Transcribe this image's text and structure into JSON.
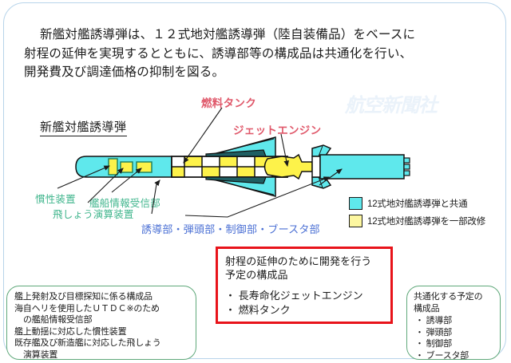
{
  "headline": {
    "line1": "新艦対艦誘導弾は、１２式地対艦誘導弾（陸自装備品）をベースに",
    "line2": "射程の延伸を実現するとともに、誘導部等の構成品は共通化を行い、",
    "line3": "開発費及び調達価格の抑制を図る。"
  },
  "watermark": "航空新聞社",
  "diagram": {
    "title": "新艦対艦誘導弾",
    "callouts": {
      "fuel_tank": "燃料タンク",
      "jet_engine": "ジェットエンジン"
    },
    "part_labels": {
      "inertial": "慣性装置",
      "flight_computer": "飛しょう演算装置",
      "ship_receiver": "艦船情報受信部",
      "sections": "誘導部・弾頭部・制御部・ブースタ部"
    }
  },
  "legend": {
    "items": [
      {
        "color": "#5fe8ec",
        "label": "12式地対艦誘導弾と共通"
      },
      {
        "color": "#fdf7a0",
        "label": "12式地対艦誘導弾を一部改修"
      }
    ]
  },
  "red_box": {
    "heading_line1": "射程の延伸のために開発を行う",
    "heading_line2": "予定の構成品",
    "items": [
      "・ 長寿命化ジェットエンジン",
      "・ 燃料タンク"
    ]
  },
  "left_box": {
    "heading": "艦上発射及び目標探知に係る構成品",
    "items": [
      {
        "bullet": "・",
        "text": "海自ヘリを使用したＵＴＤＣ※のため",
        "cont": "の艦船情報受信部"
      },
      {
        "bullet": "・",
        "text": "艦上動揺に対応した慣性装置",
        "cont": ""
      },
      {
        "bullet": "・",
        "text": "既存艦及び新造艦に対応した飛しょう",
        "cont": "演算装置"
      }
    ]
  },
  "right_box": {
    "heading_line1": "共通化する予定の",
    "heading_line2": "構成品",
    "items": [
      "・ 誘導部",
      "・ 弾頭部",
      "・ 制御部",
      "・ ブースタ部"
    ]
  },
  "colors": {
    "cyan": "#5fe8ec",
    "yellow": "#fdf24a",
    "outline": "#111111",
    "red_border": "#e8131a",
    "green_border": "#5fa87a",
    "red_text": "#e0596b",
    "green_text": "#3fb58c",
    "blue_text": "#4a6fd4",
    "frame": "#b7d4ea"
  }
}
